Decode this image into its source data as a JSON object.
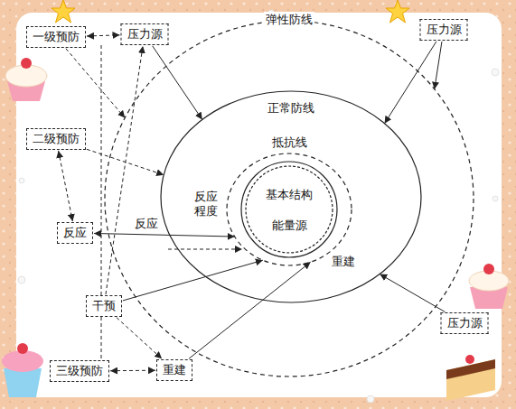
{
  "diagram": {
    "nodes": [
      {
        "text": [
          "一级预防"
        ]
      },
      {
        "text": [
          "压力源"
        ]
      },
      {
        "text": [
          "弹性防线"
        ]
      },
      {
        "text": [
          "正常防线"
        ],
        "in": 2
      },
      {
        "text": [
          "抵抗线"
        ],
        "in": 3
      },
      {
        "text": [
          "基本结构",
          "能量源"
        ],
        "in": 4
      },
      {
        "text": [
          "压力源"
        ]
      },
      {
        "text": [
          "二级预防"
        ]
      },
      {
        "text": [
          "反应"
        ]
      },
      {
        "text": [
          "干预"
        ]
      },
      {
        "text": [
          "三级预防"
        ]
      },
      {
        "text": [
          "重建"
        ]
      },
      {
        "text": [
          "压力源"
        ]
      }
    ],
    "edges": [
      {
        "from": 0,
        "to": 1,
        "arrow": "both"
      },
      {
        "from": 0,
        "to": 2,
        "arrow": "to"
      },
      {
        "from": 1,
        "to": 3,
        "arrow": "to"
      },
      {
        "from": 6,
        "to": 3,
        "arrow": "to"
      },
      {
        "from": 6,
        "to": 2,
        "arrow": "to"
      },
      {
        "from": 12,
        "to": 3,
        "arrow": "to"
      },
      {
        "from": 7,
        "to": 3,
        "arrow": "to"
      },
      {
        "from": 7,
        "to": 8,
        "arrow": "both"
      },
      {
        "from": 8,
        "to": 4,
        "label": "反应",
        "arrow": "both"
      },
      {
        "from": 9,
        "to": 4,
        "arrow": "to"
      },
      {
        "from": 11,
        "to": 4,
        "arrow": "to"
      },
      {
        "from": 10,
        "to": 11,
        "arrow": "both"
      },
      {
        "from": 9,
        "to": 11,
        "arrow": "to"
      },
      {
        "from": 9,
        "to": 1,
        "arrow": "to"
      }
    ],
    "labels": [
      "反应 程度",
      "重建"
    ]
  }
}
